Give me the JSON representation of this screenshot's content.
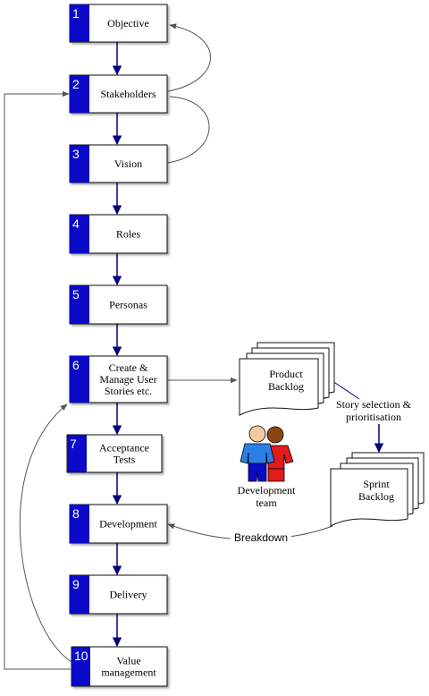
{
  "steps": [
    {
      "num": "1",
      "lines": [
        "Objective"
      ]
    },
    {
      "num": "2",
      "lines": [
        "Stakeholders"
      ]
    },
    {
      "num": "3",
      "lines": [
        "Vision"
      ]
    },
    {
      "num": "4",
      "lines": [
        "Roles"
      ]
    },
    {
      "num": "5",
      "lines": [
        "Personas"
      ]
    },
    {
      "num": "6",
      "lines": [
        "Create &",
        "Manage User",
        "Stories etc."
      ]
    },
    {
      "num": "7",
      "lines": [
        "Acceptance",
        "Tests"
      ]
    },
    {
      "num": "8",
      "lines": [
        "Development"
      ]
    },
    {
      "num": "9",
      "lines": [
        "Delivery"
      ]
    },
    {
      "num": "10",
      "lines": [
        "Value",
        "management"
      ]
    }
  ],
  "product_backlog": {
    "lines": [
      "Product",
      "Backlog"
    ]
  },
  "sprint_backlog": {
    "lines": [
      "Sprint",
      "Backlog"
    ]
  },
  "story_selection": {
    "lines": [
      "Story selection &",
      "prioritisation"
    ]
  },
  "development_team": {
    "lines": [
      "Development",
      "team"
    ]
  },
  "breakdown_label": "Breakdown",
  "colors": {
    "number_block": "#0a0ac8",
    "box_border": "#111111",
    "arrow_dark": "#000080",
    "arrow_gray": "#555555",
    "person_blue": "#2a7fe6",
    "person_red": "#e21b1b",
    "skin": "#f2c9a0",
    "hair_brown": "#8b4513"
  }
}
